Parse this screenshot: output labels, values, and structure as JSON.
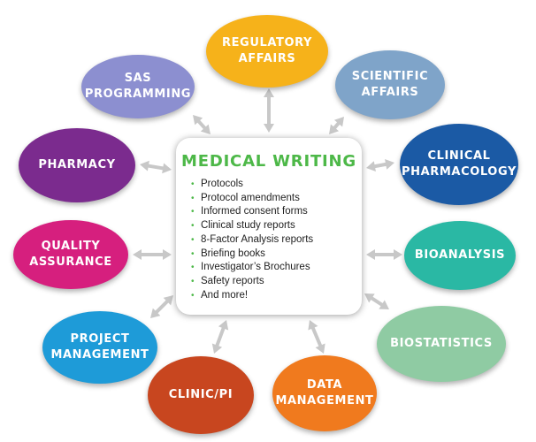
{
  "center": {
    "title": "MEDICAL WRITING",
    "items": [
      "Protocols",
      "Protocol amendments",
      "Informed consent forms",
      "Clinical study reports",
      "8-Factor Analysis reports",
      "Briefing books",
      "Investigator’s Brochures",
      "Safety reports",
      "And more!"
    ],
    "bullet_symbol": "•",
    "title_color": "#4db848"
  },
  "satellites": [
    {
      "id": "regulatory-affairs",
      "label": "REGULATORY\nAFFAIRS",
      "color": "#f6b21a"
    },
    {
      "id": "scientific-affairs",
      "label": "SCIENTIFIC\nAFFAIRS",
      "color": "#7fa4c9"
    },
    {
      "id": "clinical-pharmacology",
      "label": "CLINICAL\nPHARMACOLOGY",
      "color": "#1b5aa5"
    },
    {
      "id": "bioanalysis",
      "label": "BIOANALYSIS",
      "color": "#2ab8a4"
    },
    {
      "id": "biostatistics",
      "label": "BIOSTATISTICS",
      "color": "#8fcba3"
    },
    {
      "id": "data-management",
      "label": "DATA\nMANAGEMENT",
      "color": "#f07a1e"
    },
    {
      "id": "clinic-pi",
      "label": "CLINIC/PI",
      "color": "#c8461f"
    },
    {
      "id": "project-management",
      "label": "PROJECT\nMANAGEMENT",
      "color": "#1e9bd8"
    },
    {
      "id": "quality-assurance",
      "label": "QUALITY\nASSURANCE",
      "color": "#d61f7e"
    },
    {
      "id": "pharmacy",
      "label": "PHARMACY",
      "color": "#7b2b8e"
    },
    {
      "id": "sas-programming",
      "label": "SAS\nPROGRAMMING",
      "color": "#8c8fd0"
    }
  ],
  "arrow_color": "#c8c8c8"
}
